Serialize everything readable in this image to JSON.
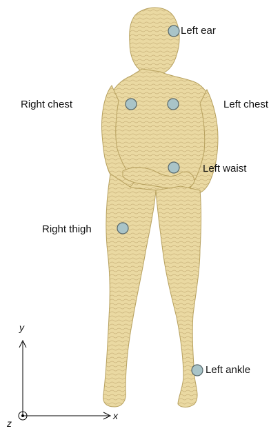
{
  "figure": {
    "body_color": "#ead9a2",
    "body_outline": "#b7a15f",
    "marker_fill": "#a9c4c8",
    "marker_stroke": "#55666a",
    "axis_color": "#000000"
  },
  "markers": [
    {
      "id": "left-ear",
      "label": "Left ear"
    },
    {
      "id": "right-chest",
      "label": "Right chest"
    },
    {
      "id": "left-chest",
      "label": "Left chest"
    },
    {
      "id": "left-waist",
      "label": "Left waist"
    },
    {
      "id": "right-thigh",
      "label": "Right thigh"
    },
    {
      "id": "left-ankle",
      "label": "Left ankle"
    }
  ],
  "axes": {
    "x_label": "x",
    "y_label": "y",
    "z_label": "z"
  }
}
